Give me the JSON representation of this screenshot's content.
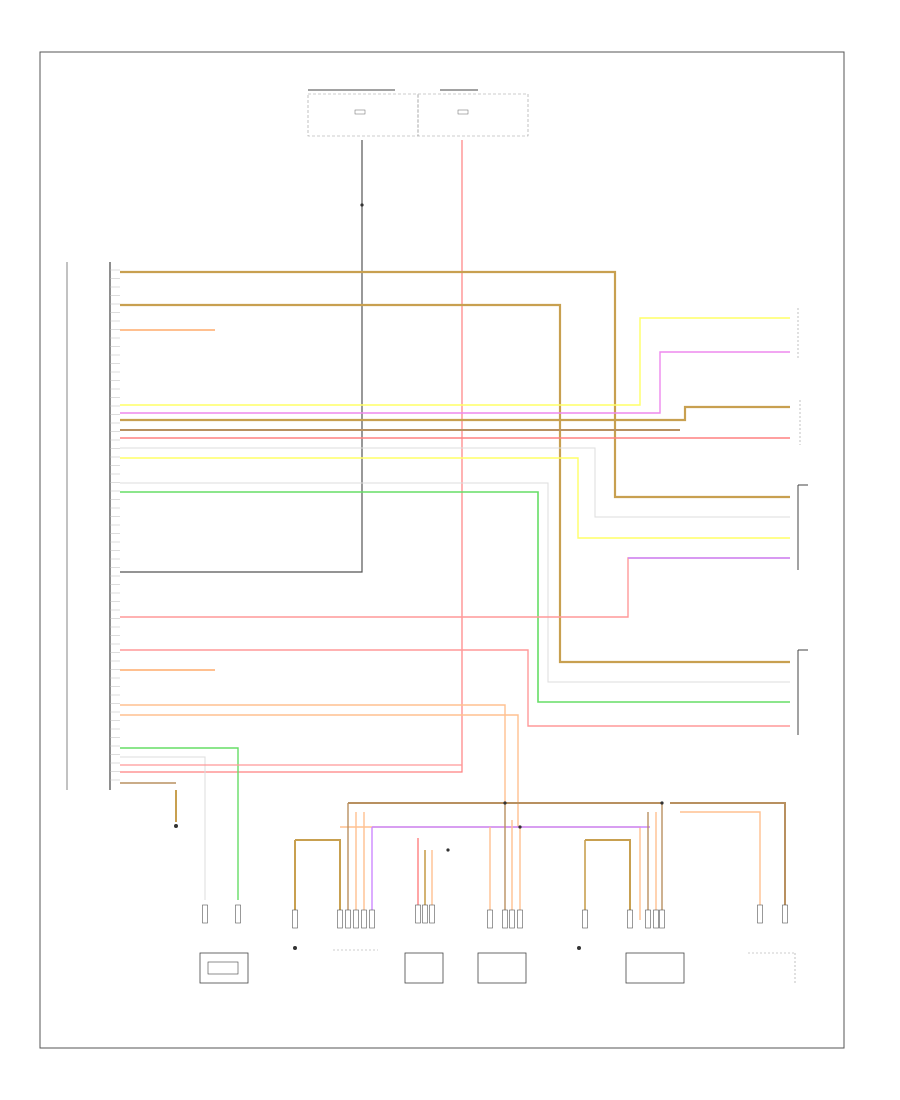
{
  "fuse_box_left": {
    "title": "",
    "fuse_label": ""
  },
  "fuse_box_right": {
    "title": "",
    "fuse_label": ""
  },
  "ecm_label": "",
  "ground_label": "",
  "components": [
    {
      "id": "c1",
      "label": ""
    },
    {
      "id": "c2",
      "label": ""
    },
    {
      "id": "c3",
      "label": ""
    },
    {
      "id": "c4",
      "label": ""
    },
    {
      "id": "c5",
      "label": ""
    },
    {
      "id": "c6",
      "label": ""
    },
    {
      "id": "c7",
      "label": ""
    }
  ],
  "right_connectors": [
    {
      "id": "r1",
      "label": ""
    },
    {
      "id": "r2",
      "label": ""
    },
    {
      "id": "r3",
      "label": ""
    },
    {
      "id": "r4",
      "label": ""
    }
  ],
  "wire_colors": {
    "brown_orange": "#c8a050",
    "tan": "#b89060",
    "red": "#ff8080",
    "pink": "#ff9999",
    "yellow": "#ffff66",
    "green": "#66dd66",
    "violet": "#cc88ff",
    "magenta": "#ee88ee",
    "white": "#dddddd",
    "gray": "#555555",
    "black": "#333333",
    "peach": "#ffc090"
  }
}
